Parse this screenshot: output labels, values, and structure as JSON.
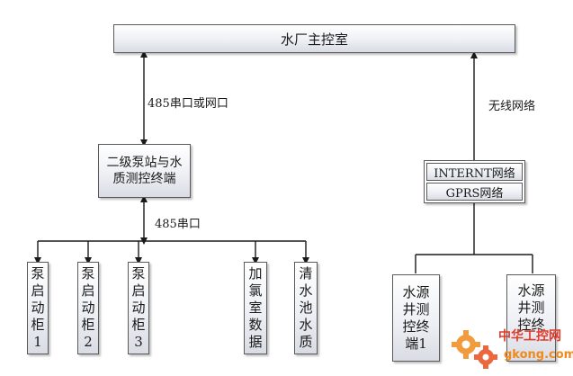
{
  "diagram": {
    "nodes": {
      "control_room": "水厂主控室",
      "secondary_station": "二级泵站与水质测控终端",
      "internet": "INTERNT网络",
      "gprs": "GPRS网络",
      "pump_cabinet_1": "泵启动柜1",
      "pump_cabinet_2": "泵启动柜2",
      "pump_cabinet_3": "泵启动柜3",
      "chlorine_room": "加氯室数据",
      "clear_water_tank": "清水池水质",
      "well_terminal_1": "水源井测控终端1",
      "well_terminal_2": "水源井测控终"
    },
    "labels": {
      "link_top": "485串口或网口",
      "link_bottom": "485串口",
      "wireless": "无线网络"
    },
    "edges": [
      {
        "from": "control_room",
        "to": "secondary_station",
        "label": "485串口或网口",
        "style": "double-arrow"
      },
      {
        "from": "secondary_station",
        "to": "bus",
        "label": "485串口",
        "style": "double-arrow"
      },
      {
        "from": "bus",
        "to": "pump_cabinet_1",
        "style": "arrow"
      },
      {
        "from": "bus",
        "to": "pump_cabinet_2",
        "style": "arrow"
      },
      {
        "from": "bus",
        "to": "pump_cabinet_3",
        "style": "arrow"
      },
      {
        "from": "bus",
        "to": "chlorine_room",
        "style": "arrow"
      },
      {
        "from": "bus",
        "to": "clear_water_tank",
        "style": "arrow"
      },
      {
        "from": "internet",
        "to": "control_room",
        "label": "无线网络",
        "style": "arrow"
      },
      {
        "from": "well_terminal_1",
        "to": "gprs",
        "style": "line"
      },
      {
        "from": "well_terminal_2",
        "to": "gprs",
        "style": "line"
      }
    ]
  },
  "watermark": {
    "cn": "中华工控网",
    "url": "gkong.com"
  },
  "colors": {
    "line": "#1a1a1a",
    "box_border": "#5a5a5a",
    "watermark_orange": "#f08a1c",
    "watermark_red": "#e03a2a"
  }
}
